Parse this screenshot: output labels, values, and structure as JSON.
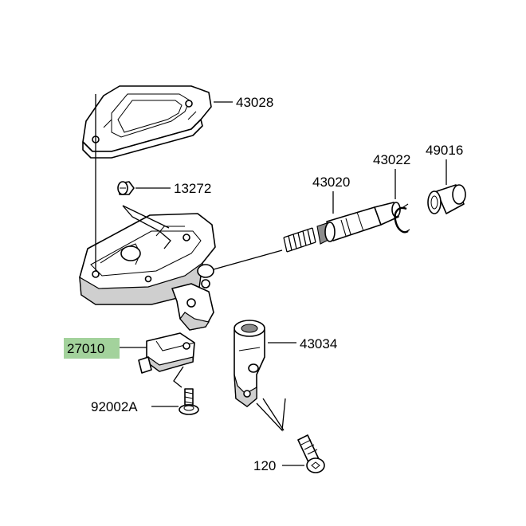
{
  "parts": [
    {
      "id": "p43028",
      "label": "43028"
    },
    {
      "id": "p13272",
      "label": "13272"
    },
    {
      "id": "p43020",
      "label": "43020"
    },
    {
      "id": "p43022",
      "label": "43022"
    },
    {
      "id": "p49016",
      "label": "49016"
    },
    {
      "id": "p27010",
      "label": "27010",
      "highlighted": true,
      "highlight_color": "#a3d29c"
    },
    {
      "id": "p43034",
      "label": "43034"
    },
    {
      "id": "p92002A",
      "label": "92002A"
    },
    {
      "id": "p120",
      "label": "120"
    }
  ],
  "colors": {
    "highlight": "#a3d29c",
    "line": "#000000",
    "background": "#ffffff"
  }
}
